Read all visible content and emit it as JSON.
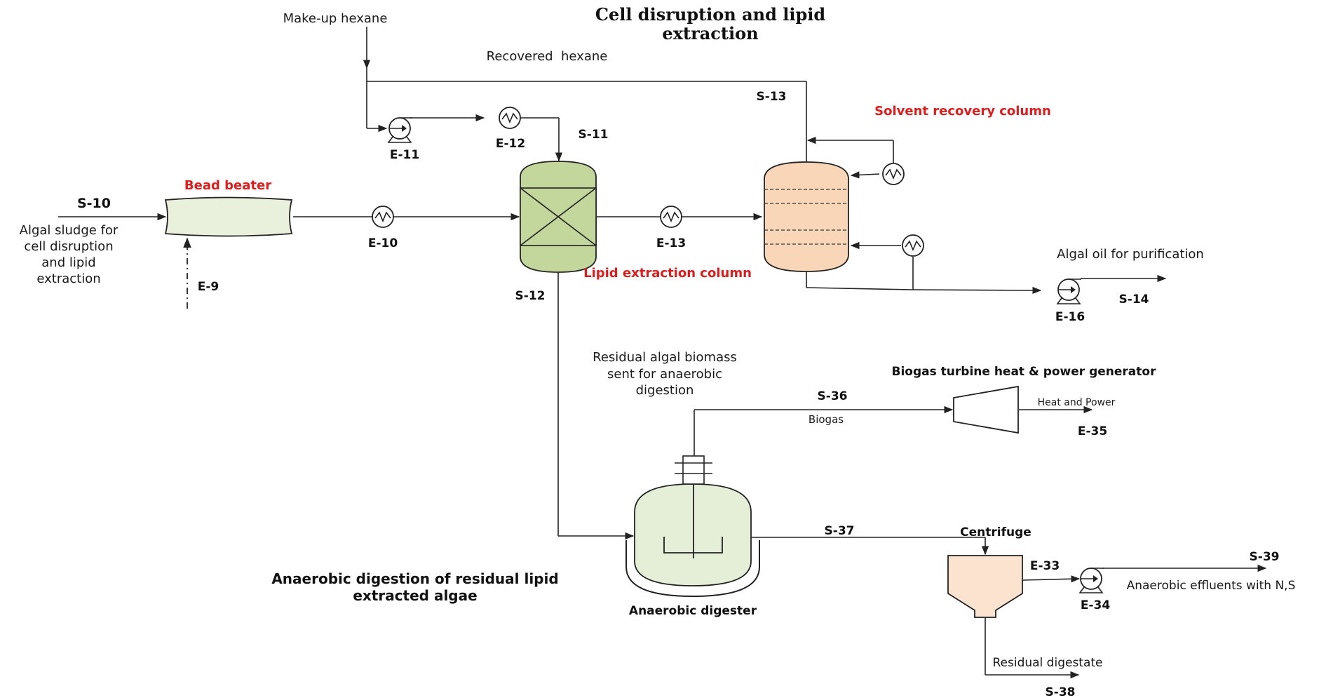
{
  "colors": {
    "equipment_label": "#e01b1b",
    "bead_beater_fill": "#e9f1dc",
    "lipid_column_fill": "#c3d69b",
    "solvent_column_fill": "#fad6b8",
    "digester_fill": "#e5efd8",
    "centrifuge_fill": "#fbe3d0"
  },
  "titles": {
    "top_line1": "Cell disruption and lipid",
    "top_line2": "extraction",
    "bottom_line1": "Anaerobic digestion of residual lipid",
    "bottom_line2": "extracted algae"
  },
  "equipment_labels": {
    "bead_beater": "Bead beater",
    "lipid_column": "Lipid extraction column",
    "solvent_column": "Solvent recovery column",
    "turbine": "Biogas turbine heat & power generator",
    "digester": "Anaerobic digester",
    "centrifuge": "Centrifuge"
  },
  "streams": {
    "s10": "S-10",
    "s11": "S-11",
    "s12": "S-12",
    "s13": "S-13",
    "s14": "S-14",
    "s36": "S-36",
    "s37": "S-37",
    "s38": "S-38",
    "s39": "S-39"
  },
  "units": {
    "e9": "E-9",
    "e10": "E-10",
    "e11": "E-11",
    "e12": "E-12",
    "e13": "E-13",
    "e16": "E-16",
    "e33": "E-33",
    "e34": "E-34",
    "e35": "E-35"
  },
  "texts": {
    "makeup_hexane": "Make-up hexane",
    "recovered_hexane": "Recovered  hexane",
    "feed_line1": "Algal sludge for",
    "feed_line2": "cell disruption",
    "feed_line3": "and lipid",
    "feed_line4": "extraction",
    "algal_oil": "Algal oil for purification",
    "residual_line1": "Residual algal biomass",
    "residual_line2": "sent for anaerobic",
    "residual_line3": "digestion",
    "biogas": "Biogas",
    "heat_power": "Heat and Power",
    "effluents": "Anaerobic effluents with N,S",
    "residual_digestate": "Residual digestate"
  },
  "icons": [
    "pump-icon",
    "heat-exchanger-icon",
    "turbine-icon",
    "agitator-icon"
  ]
}
